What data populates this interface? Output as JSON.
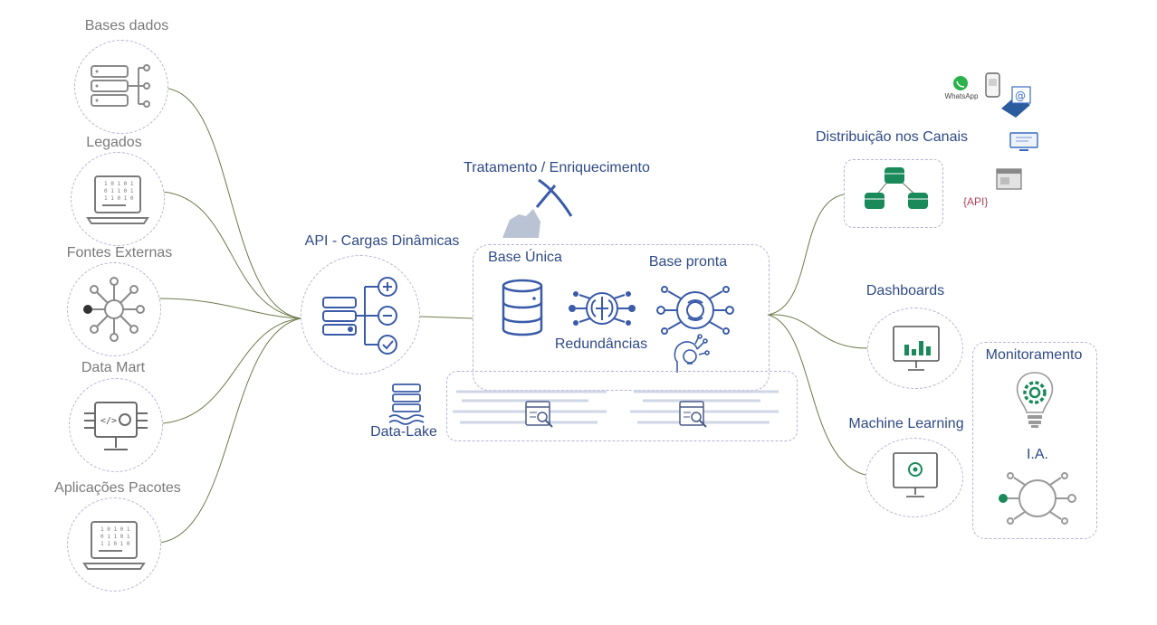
{
  "sources": {
    "bases_dados": "Bases dados",
    "legados": "Legados",
    "fontes_externas": "Fontes Externas",
    "data_mart": "Data Mart",
    "aplicacoes_pacotes": "Aplicações Pacotes"
  },
  "center": {
    "api": "API - Cargas Dinâmicas",
    "tratamento": "Tratamento / Enriquecimento",
    "base_unica": "Base Única",
    "base_pronta": "Base pronta",
    "redundancias": "Redundâncias",
    "data_lake": "Data-Lake"
  },
  "outputs": {
    "distribuicao": "Distribuição nos Canais",
    "whatsapp": "WhatsApp",
    "api_tag": "{API}",
    "dashboards": "Dashboards",
    "machine_learning": "Machine Learning",
    "monitoramento": "Monitoramento",
    "ia": "I.A."
  },
  "colors": {
    "connector": "#6d7b4d",
    "dashed": "#b6b3d6",
    "label_blue": "#2f4a86",
    "label_gray": "#7a7a7a",
    "icon_blue": "#3a5ba8",
    "icon_green": "#1a8a5a"
  }
}
